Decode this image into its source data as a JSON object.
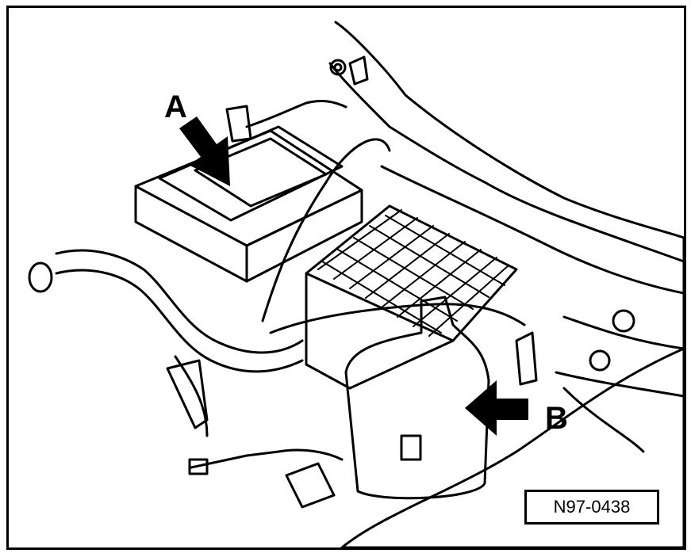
{
  "callouts": {
    "a": "A",
    "b": "B"
  },
  "reference": "N97‑0438",
  "colors": {
    "ink": "#000000",
    "paper": "#ffffff"
  }
}
